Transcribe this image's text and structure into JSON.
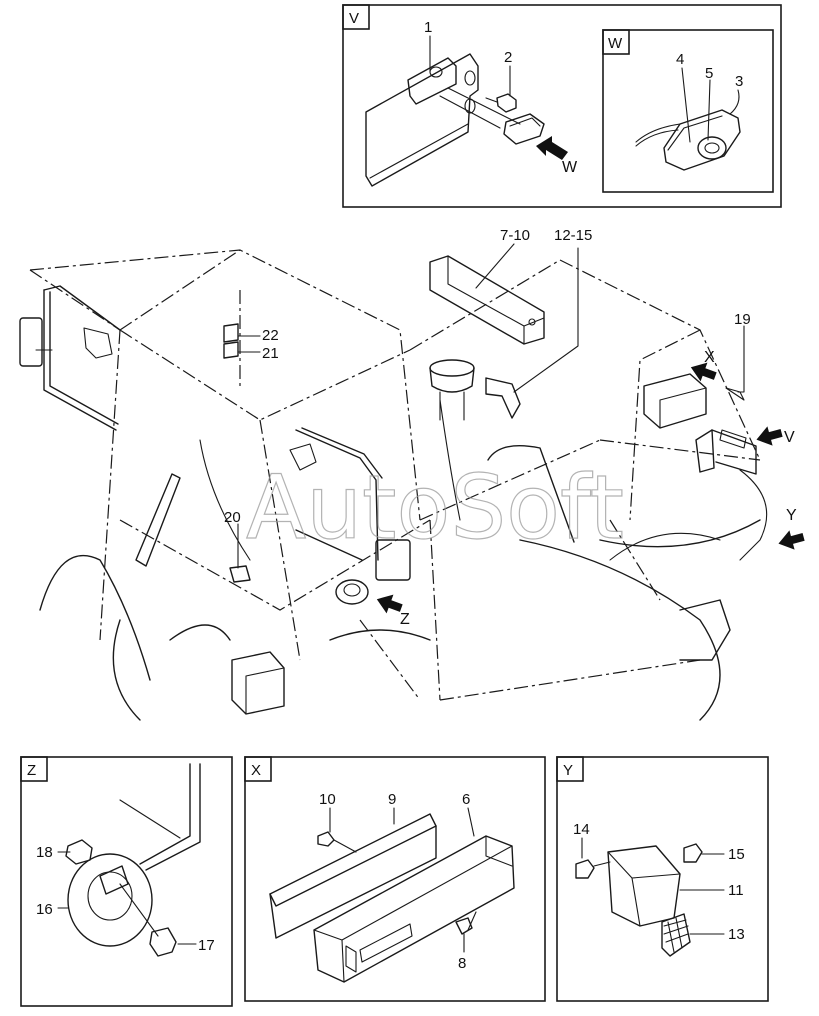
{
  "watermark": "AutoSoft",
  "detail_boxes": {
    "v": {
      "tag": "V",
      "callouts": {
        "c1": "1",
        "c2": "2"
      },
      "arrow_label": "W"
    },
    "w": {
      "tag": "W",
      "callouts": {
        "c3": "3",
        "c4": "4",
        "c5": "5"
      }
    },
    "z": {
      "tag": "Z",
      "callouts": {
        "c16": "16",
        "c17": "17",
        "c18": "18"
      }
    },
    "x": {
      "tag": "X",
      "callouts": {
        "c6": "6",
        "c8": "8",
        "c9": "9",
        "c10": "10"
      }
    },
    "y": {
      "tag": "Y",
      "callouts": {
        "c11": "11",
        "c13": "13",
        "c14": "14",
        "c15": "15"
      }
    }
  },
  "main_view": {
    "callouts": {
      "c7_10": "7-10",
      "c12_15": "12-15",
      "c19": "19",
      "c20": "20",
      "c21": "21",
      "c22": "22"
    },
    "view_arrows": {
      "x": "X",
      "v": "V",
      "y": "Y",
      "z": "Z"
    }
  }
}
